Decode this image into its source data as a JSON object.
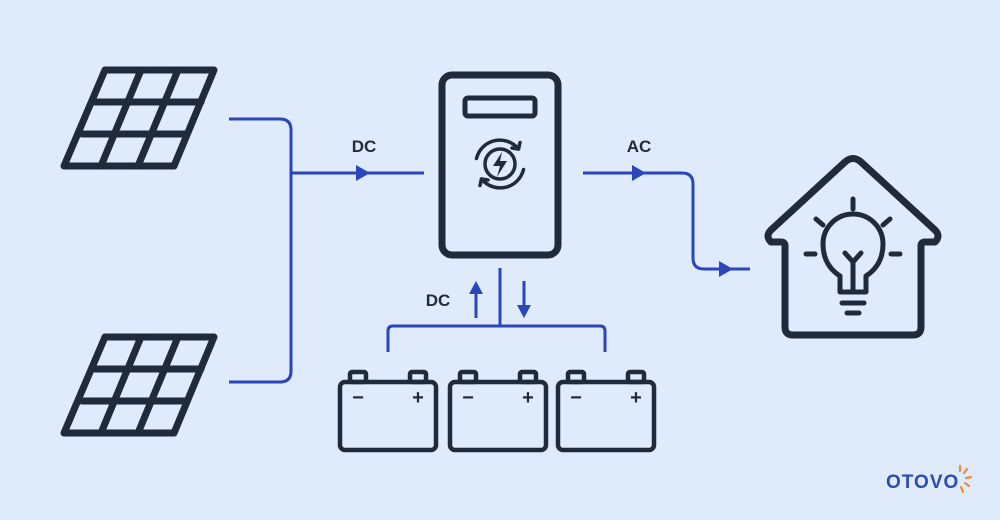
{
  "labels": {
    "dc_input": "DC",
    "ac_output": "AC",
    "dc_battery": "DC"
  },
  "battery_terminals": {
    "minus": "−",
    "plus": "+"
  },
  "logo": {
    "text": "OTOVO"
  },
  "colors": {
    "background": "#dfeafb",
    "icon_stroke": "#1f2a3c",
    "line": "#2b46b8",
    "logo_spark": "#f08a3c"
  },
  "icons": [
    "solar-panel-icon",
    "inverter-icon",
    "lightning-bolt-icon",
    "battery-icon",
    "house-icon",
    "light-bulb-icon"
  ]
}
